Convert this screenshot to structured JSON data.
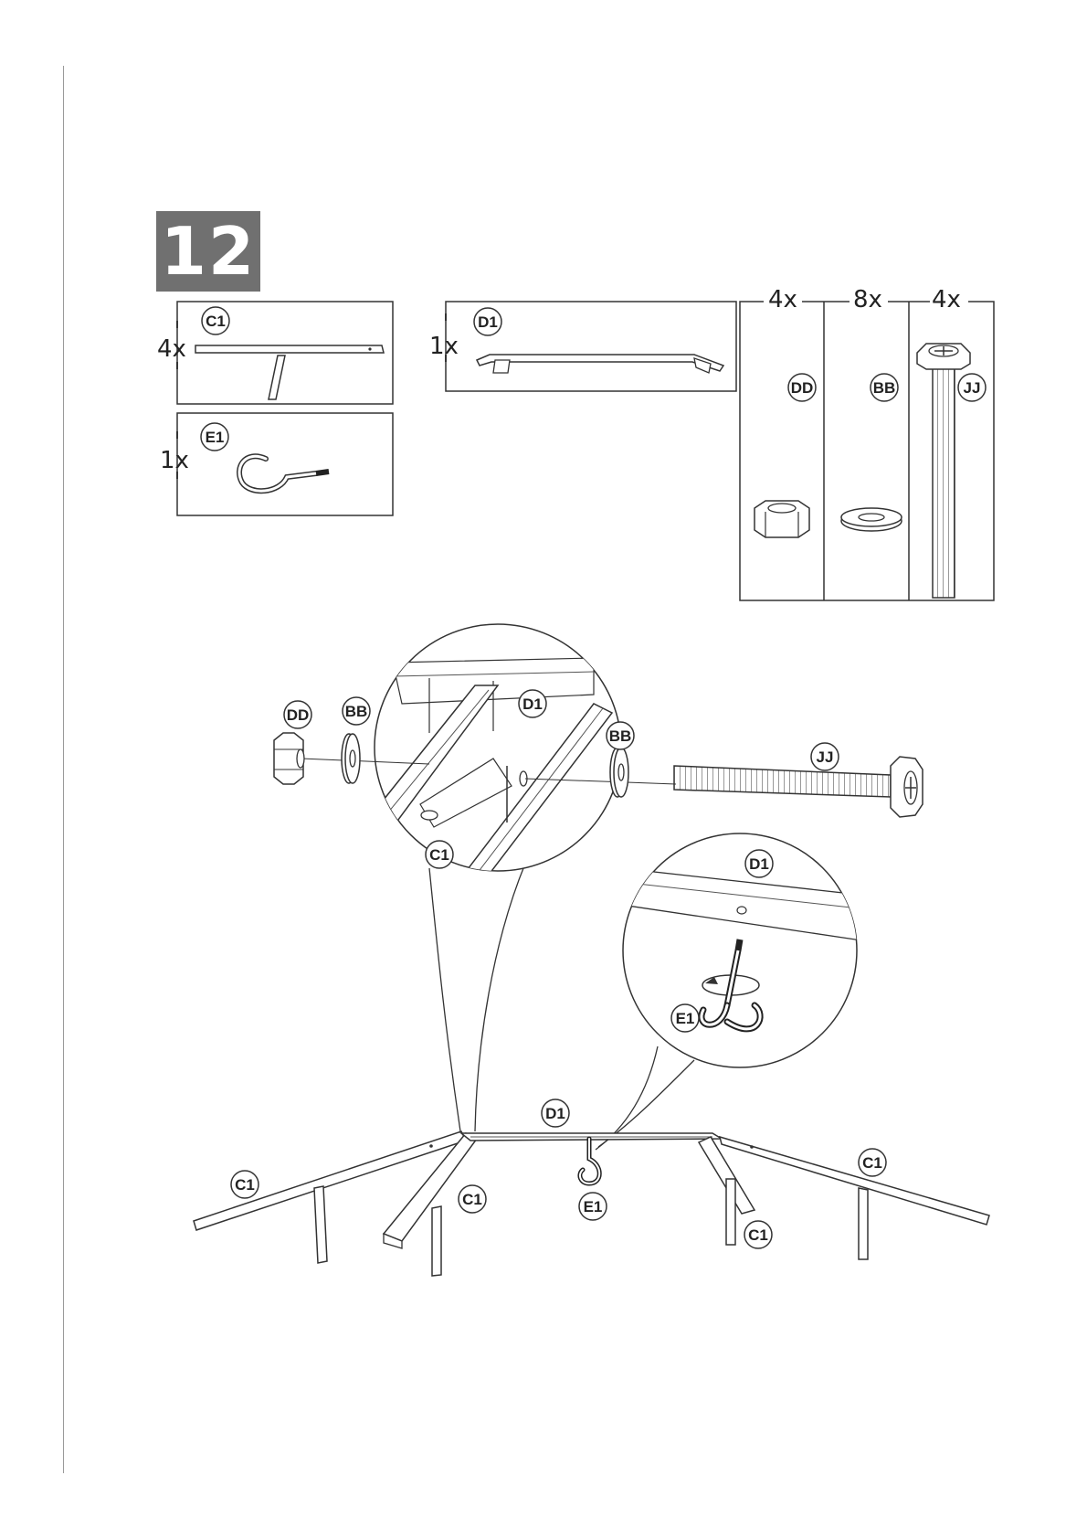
{
  "step": {
    "number": "12"
  },
  "parts": {
    "c1": {
      "label": "C1",
      "qty": "4x"
    },
    "e1": {
      "label": "E1",
      "qty": "1x"
    },
    "d1": {
      "label": "D1",
      "qty": "1x"
    },
    "dd": {
      "label": "DD",
      "qty": "4x"
    },
    "bb": {
      "label": "BB",
      "qty": "8x"
    },
    "jj": {
      "label": "JJ",
      "qty": "4x"
    }
  },
  "assembly": {
    "labels": {
      "dd": "DD",
      "bb_left": "BB",
      "bb_right": "BB",
      "jj": "JJ",
      "d1_zoom1": "D1",
      "c1_zoom1": "C1",
      "d1_zoom2": "D1",
      "e1_zoom2": "E1",
      "d1_main": "D1",
      "c1_far_left": "C1",
      "c1_left": "C1",
      "c1_right": "C1",
      "c1_far_right": "C1",
      "e1_main": "E1"
    }
  }
}
